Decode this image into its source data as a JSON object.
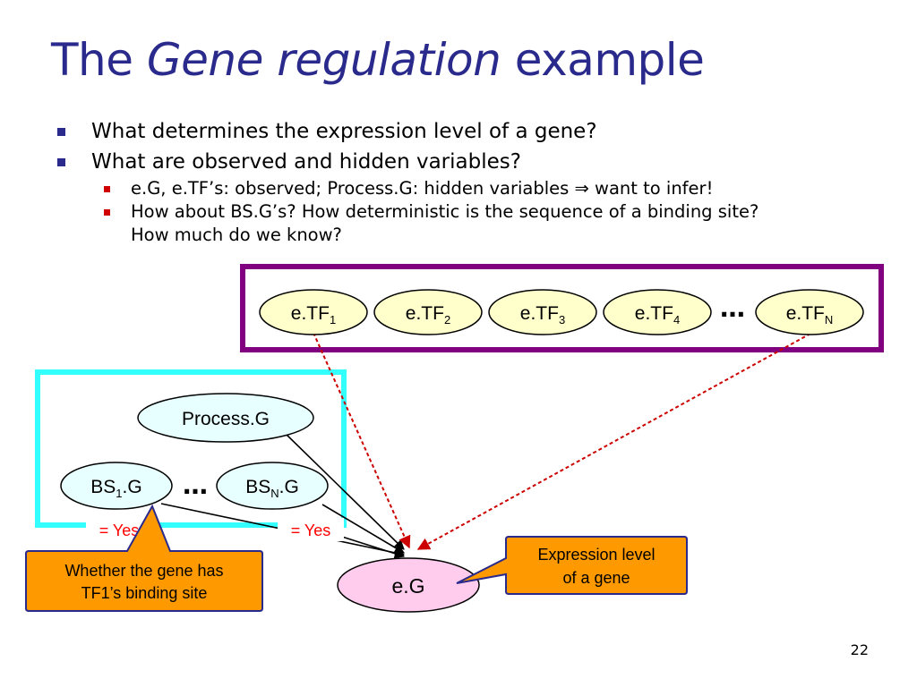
{
  "title": {
    "part1": "The",
    "emphasis": "Gene regulation",
    "part2": "example"
  },
  "bullets": {
    "l1_a": "What determines the expression level of a gene?",
    "l1_b": "What are observed and hidden variables?",
    "l2_a_pre": "e.G, e.TF’s: observed; Process.G: hidden variables",
    "l2_a_arrow": "⇒",
    "l2_a_post": "want to infer!",
    "l2_b_line1": "How about BS.G’s?  How deterministic is the sequence of a binding site?",
    "l2_b_line2": "How much do we know?"
  },
  "diagram": {
    "tf_nodes": [
      {
        "base": "e.TF",
        "sub": "1"
      },
      {
        "base": "e.TF",
        "sub": "2"
      },
      {
        "base": "e.TF",
        "sub": "3"
      },
      {
        "base": "e.TF",
        "sub": "4"
      },
      {
        "base": "e.TF",
        "sub": "N"
      }
    ],
    "tf_ellipsis": "…",
    "process_node": "Process.G",
    "bs1": {
      "base": "BS",
      "sub": "1",
      "tail": ".G"
    },
    "bsN": {
      "base": "BS",
      "sub": "N",
      "tail": ".G"
    },
    "bs_ellipsis": "…",
    "yes_left": "= Yes",
    "yes_right": "= Yes",
    "eg_node": "e.G",
    "callout_left": [
      "Whether the gene has",
      "TF1’s binding site"
    ],
    "callout_right": [
      "Expression level",
      "of a gene"
    ]
  },
  "page_number": "22",
  "colors": {
    "title": "#2a2a8c",
    "tf_box": "#800080",
    "hidden_box": "#33ffff",
    "tf_node_fill": "#ffffcc",
    "hidden_node_fill": "#e8ffff",
    "eg_fill": "#ffccee",
    "callout_fill": "#ff9900",
    "dashed_arrow": "#cc0000",
    "yes_text": "#ff0000"
  }
}
